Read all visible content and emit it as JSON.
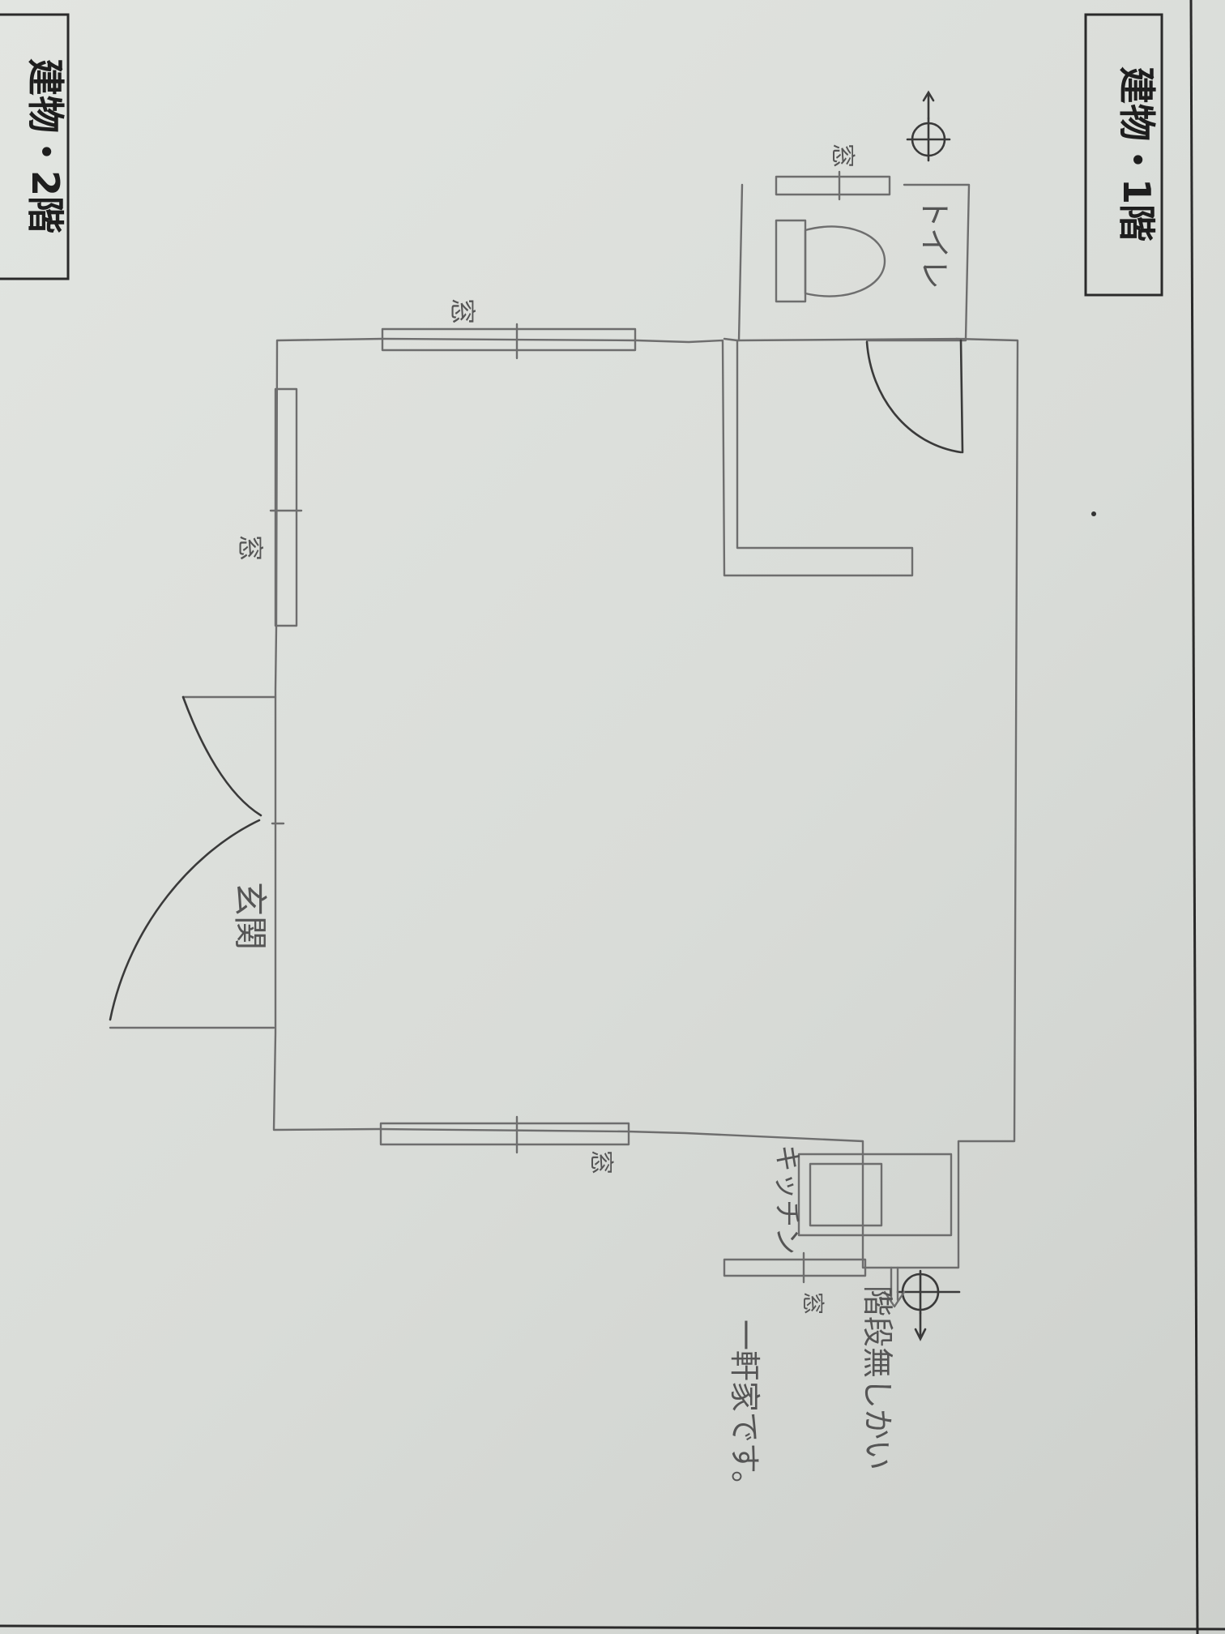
{
  "titles": {
    "floor1": "建物・1階",
    "floor2": "建物・2階"
  },
  "labels": {
    "toilet": "トイレ",
    "kitchen": "キッチン",
    "entrance": "玄関",
    "window_top": "窓",
    "window_left": "窓",
    "window_bottom": "窓",
    "window_kitchen": "窓",
    "window_toilet": "窓"
  },
  "note": {
    "line1": "階段無しかい",
    "line2": "一軒家です。"
  },
  "colors": {
    "paper": "#dfe2de",
    "pencil": "#6e6e6e",
    "ink": "#2a2a2a"
  }
}
